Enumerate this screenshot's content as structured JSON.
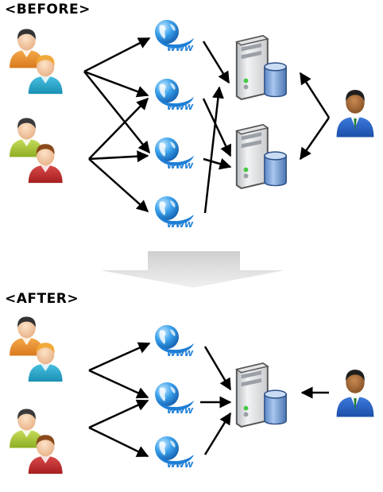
{
  "sections": {
    "before": {
      "label": "<BEFORE>"
    },
    "after": {
      "label": "<AFTER>"
    }
  },
  "icons": {
    "user_group": "user-group-icon",
    "website": "www-globe-icon",
    "server": "server-database-icon",
    "admin": "administrator-icon",
    "transition": "down-arrow-icon"
  },
  "website_text": "WWW",
  "colors": {
    "arrow": "#000000",
    "globe": "#2b8fe0",
    "transition_arrow": "#d9d9d9"
  }
}
